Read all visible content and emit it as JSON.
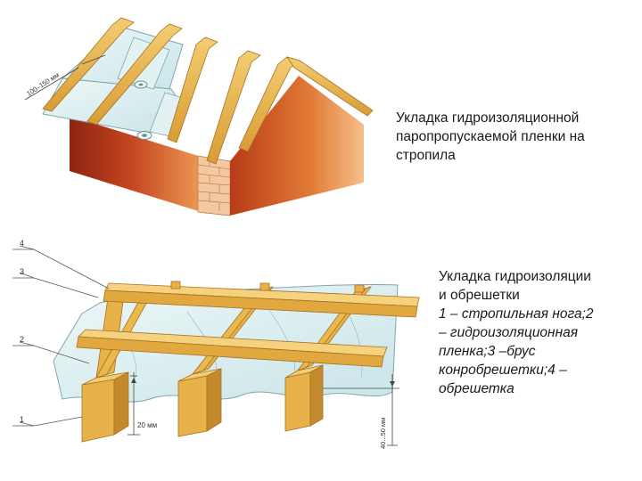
{
  "top_caption": {
    "lines": [
      "Укладка гидроизоляционной",
      "паропропускаемой пленки на",
      "стропила"
    ]
  },
  "bottom_caption": {
    "title_lines": [
      "Укладка гидроизоляции",
      "и обрешетки"
    ],
    "legend_lines": [
      "1 – стропильная нога;2",
      "– гидроизоляционная",
      "пленка;3 –брус",
      "конробрешетки;4 –",
      "обрешетка"
    ]
  },
  "dimensions": {
    "overlap": "100–150 мм",
    "gap": "20 мм",
    "clearance": "40...50 мм"
  },
  "callouts": [
    "4",
    "3",
    "2",
    "1"
  ],
  "colors": {
    "brick_dark": "#a8321a",
    "brick_light": "#e8823e",
    "wood": "#e8b64a",
    "wood_dark": "#b98226",
    "film": "#d8eef0",
    "film_edge": "#7fa6ad"
  }
}
